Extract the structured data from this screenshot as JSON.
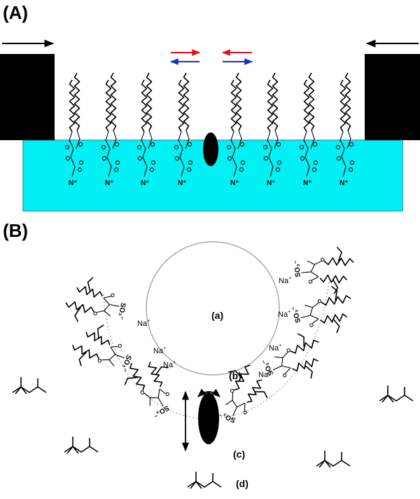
{
  "panel_a": {
    "label": "(A)",
    "colors": {
      "subphase": "#00f0f4",
      "subphase_border": "#1aa7c8",
      "barrier": "#000000",
      "push_arrow": "#000000",
      "red_arrow": "#e0141e",
      "blue_arrow": "#1530c8"
    },
    "headgroup_charge": "N⁺"
  },
  "panel_b": {
    "label": "(B)",
    "counterion": "Na",
    "sulfonate": "SO₃⁻",
    "regions": [
      "(a)",
      "(b)",
      "(c)",
      "(d)"
    ]
  },
  "icons": [
    "black-ellipse-guest-molecule",
    "double-headed-arrow",
    "rotation-arrow"
  ]
}
